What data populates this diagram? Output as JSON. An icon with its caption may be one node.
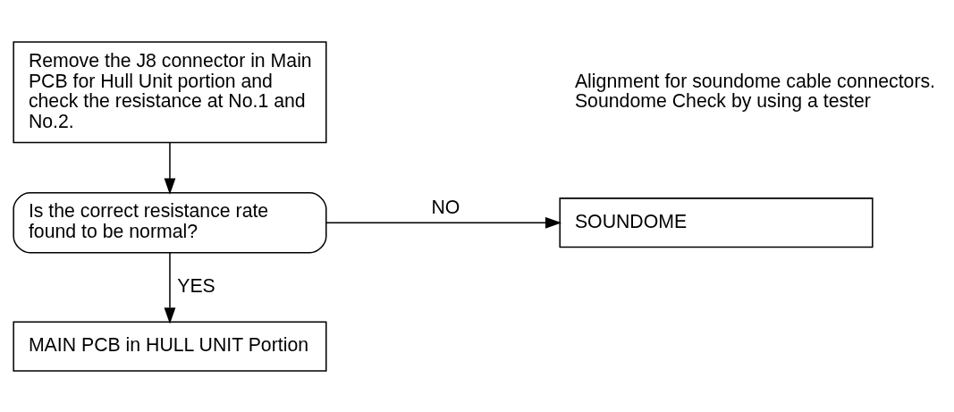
{
  "diagram": {
    "nodes": [
      {
        "text": [
          "Remove the J8 connector in Main PCB for Hull Unit portion and check the resistance at No.1 and No.2."
        ]
      },
      {
        "text": [
          "Is the correct resistance rate found to be normal?"
        ]
      },
      {
        "text": [
          "SOUNDOME"
        ]
      },
      {
        "text": [
          "MAIN PCB in HULL UNIT Portion"
        ]
      }
    ],
    "edges": [
      {
        "from": 0,
        "to": 1,
        "arrow": "to"
      },
      {
        "from": 1,
        "to": 2,
        "arrow": "to",
        "label": "NO"
      },
      {
        "from": 1,
        "to": 3,
        "arrow": "to",
        "label": "YES"
      }
    ],
    "labels": [
      "Alignment for soundome cable connectors.",
      "Soundome Check by using a tester"
    ]
  }
}
